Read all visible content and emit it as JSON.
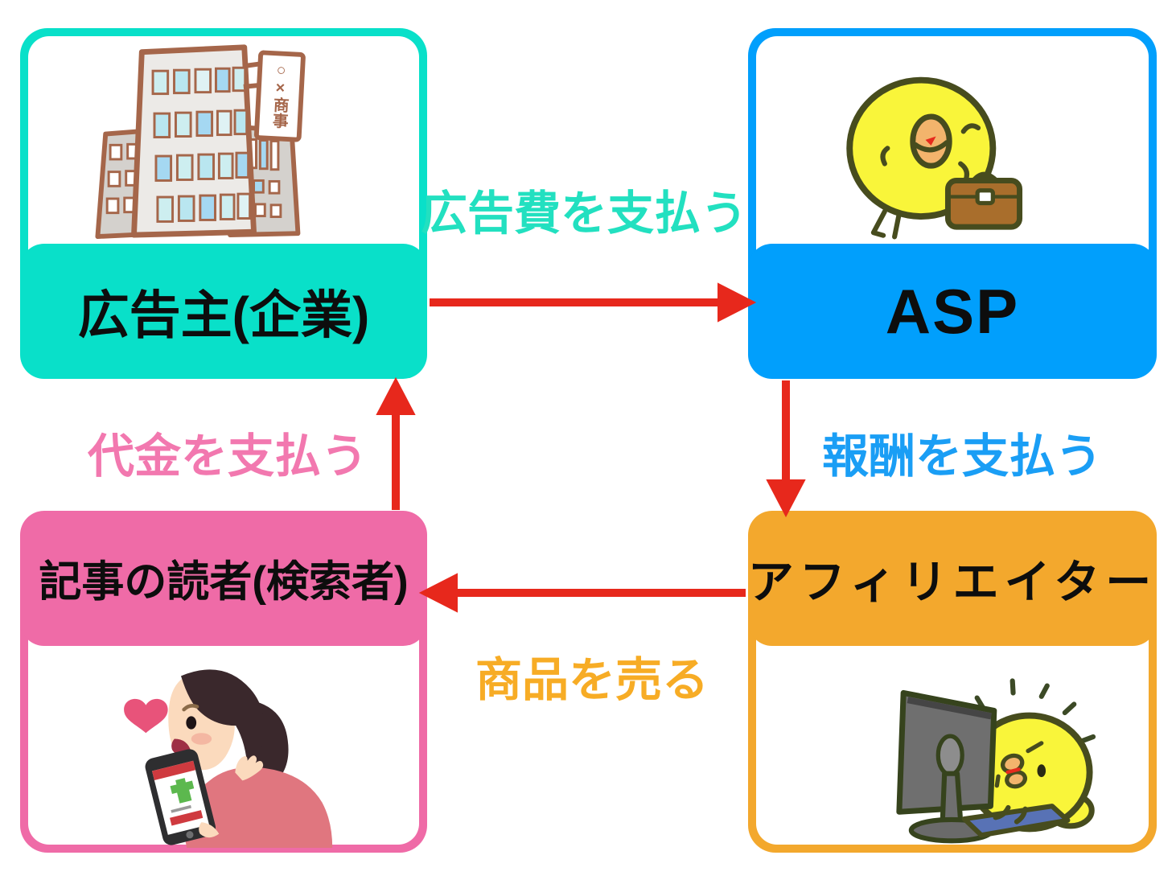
{
  "diagram": {
    "title": "affiliate-marketing-flow",
    "arrow_color": "#e7281c"
  },
  "boxes": {
    "advertiser": {
      "label": "広告主(企業)",
      "accent": "#09e0c9",
      "illustration": "office-buildings",
      "sign_text": "○×商事"
    },
    "asp": {
      "label": "ASP",
      "accent": "#019ffc",
      "illustration": "chick-with-briefcase"
    },
    "reader": {
      "label": "記事の読者(検索者)",
      "accent": "#ef6ba7",
      "illustration": "woman-with-smartphone"
    },
    "affiliater": {
      "label": "アフィリエイター",
      "accent": "#f3a82d",
      "illustration": "chick-at-computer"
    }
  },
  "flows": [
    {
      "label": "広告費を支払う",
      "from": "advertiser",
      "to": "asp",
      "direction": "right",
      "color": "#22e0c0"
    },
    {
      "label": "報酬を支払う",
      "from": "asp",
      "to": "affiliater",
      "direction": "down",
      "color": "#1a9ef5"
    },
    {
      "label": "商品を売る",
      "from": "affiliater",
      "to": "reader",
      "direction": "left",
      "color": "#f7ac25"
    },
    {
      "label": "代金を支払う",
      "from": "reader",
      "to": "advertiser",
      "direction": "up",
      "color": "#f278af"
    }
  ]
}
